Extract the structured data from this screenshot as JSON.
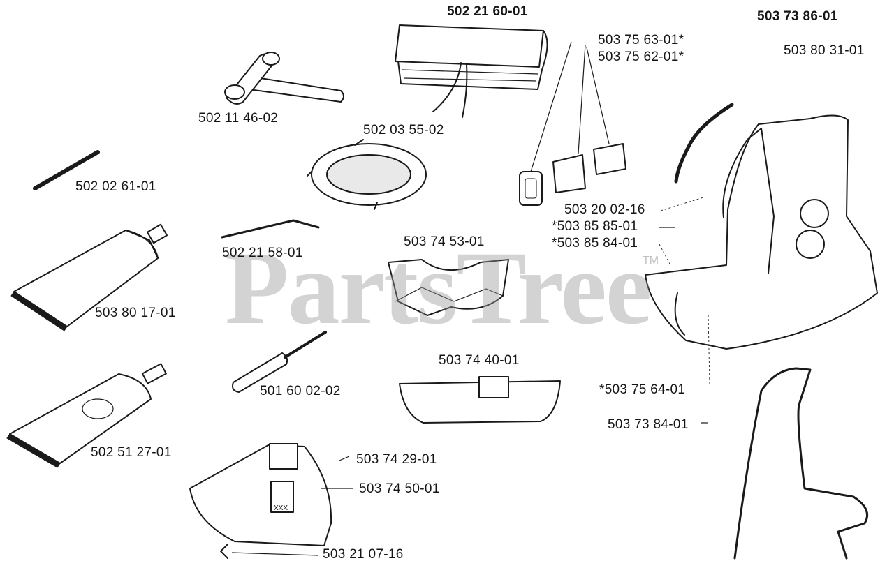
{
  "watermark": {
    "text": "PartsTree",
    "tm": "TM"
  },
  "parts": [
    {
      "id": "p1",
      "label": "502 21 60-01"
    },
    {
      "id": "p2",
      "label": "503 73 86-01"
    },
    {
      "id": "p3",
      "label": "503 75 63-01*"
    },
    {
      "id": "p4",
      "label": "503 75 62-01*"
    },
    {
      "id": "p5",
      "label": "503 80 31-01"
    },
    {
      "id": "p6",
      "label": "502 11 46-02"
    },
    {
      "id": "p7",
      "label": "502 03 55-02"
    },
    {
      "id": "p8",
      "label": "502 02 61-01"
    },
    {
      "id": "p9",
      "label": "503 20 02-16"
    },
    {
      "id": "p10",
      "label": "*503 85 85-01"
    },
    {
      "id": "p11",
      "label": "*503 85 84-01"
    },
    {
      "id": "p12",
      "label": "502 21 58-01"
    },
    {
      "id": "p13",
      "label": "503 74 53-01"
    },
    {
      "id": "p14",
      "label": "503 80 17-01"
    },
    {
      "id": "p15",
      "label": "503 74 40-01"
    },
    {
      "id": "p16",
      "label": "*503 75 64-01"
    },
    {
      "id": "p17",
      "label": "501 60 02-02"
    },
    {
      "id": "p18",
      "label": "503 73 84-01"
    },
    {
      "id": "p19",
      "label": "502 51 27-01"
    },
    {
      "id": "p20",
      "label": "503 74 29-01"
    },
    {
      "id": "p21",
      "label": "503 74 50-01"
    },
    {
      "id": "p22",
      "label": "503 21 07-16"
    }
  ],
  "guard_marking": "XXX"
}
